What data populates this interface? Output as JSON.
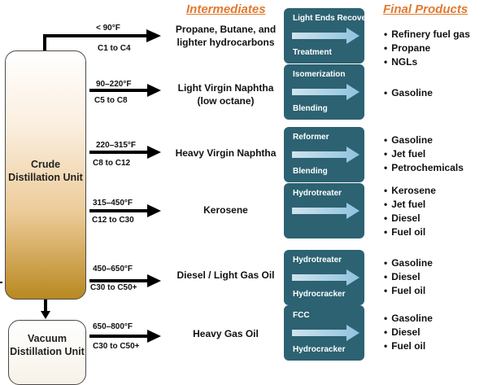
{
  "headers": {
    "intermediates": "Intermediates",
    "final_products": "Final Products"
  },
  "columns": {
    "crude": "Crude Distillation Unit",
    "vacuum": "Vacuum Distillation Unit"
  },
  "rows": [
    {
      "temp": "< 90°F",
      "carbon": "C1 to C4",
      "intermediate": "Propane, Butane, and lighter hydrocarbons",
      "process_top": "Light Ends Recovery &",
      "process_bottom": "Treatment",
      "products": [
        "Refinery fuel gas",
        "Propane",
        "NGLs"
      ]
    },
    {
      "temp": "90–220°F",
      "carbon": "C5 to C8",
      "intermediate": "Light Virgin Naphtha (low octane)",
      "process_top": "Isomerization",
      "process_bottom": "Blending",
      "products": [
        "Gasoline"
      ]
    },
    {
      "temp": "220–315°F",
      "carbon": "C8 to C12",
      "intermediate": "Heavy Virgin Naphtha",
      "process_top": "Reformer",
      "process_bottom": "Blending",
      "products": [
        "Gasoline",
        "Jet fuel",
        "Petrochemicals"
      ]
    },
    {
      "temp": "315–450°F",
      "carbon": "C12 to C30",
      "intermediate": "Kerosene",
      "process_top": "Hydrotreater",
      "process_bottom": "",
      "products": [
        "Kerosene",
        "Jet fuel",
        "Diesel",
        "Fuel oil"
      ]
    },
    {
      "temp": "450–650°F",
      "carbon": "C30 to C50+",
      "intermediate": "Diesel / Light Gas Oil",
      "process_top": "Hydrotreater",
      "process_bottom": "Hydrocracker",
      "products": [
        "Gasoline",
        "Diesel",
        "Fuel oil"
      ]
    },
    {
      "temp": "650–800°F",
      "carbon": "C30 to C50+",
      "intermediate": "Heavy Gas Oil",
      "process_top": "FCC",
      "process_bottom": "Hydrocracker",
      "products": [
        "Gasoline",
        "Diesel",
        "Fuel oil"
      ]
    }
  ]
}
